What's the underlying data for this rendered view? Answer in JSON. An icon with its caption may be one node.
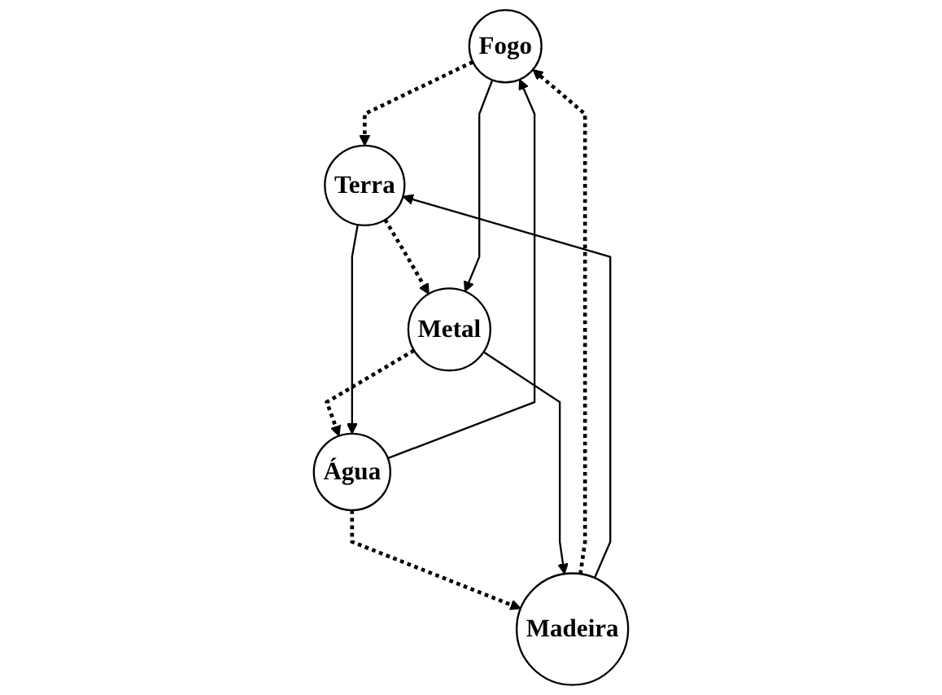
{
  "diagram": {
    "nodes": [
      {
        "text": [
          "Fogo"
        ]
      },
      {
        "text": [
          "Madeira"
        ]
      },
      {
        "text": [
          "Terra"
        ]
      },
      {
        "text": [
          "Água"
        ]
      },
      {
        "text": [
          "Metal"
        ]
      }
    ],
    "edges": [
      {
        "from": 0,
        "to": 2,
        "arrow": "to",
        "style": "dashed"
      },
      {
        "from": 2,
        "to": 4,
        "arrow": "to",
        "style": "dashed"
      },
      {
        "from": 4,
        "to": 3,
        "arrow": "to",
        "style": "dashed"
      },
      {
        "from": 3,
        "to": 1,
        "arrow": "to",
        "style": "dashed"
      },
      {
        "from": 1,
        "to": 0,
        "arrow": "to",
        "style": "dashed"
      },
      {
        "from": 1,
        "to": 2,
        "arrow": "to"
      },
      {
        "from": 0,
        "to": 4,
        "arrow": "to"
      },
      {
        "from": 2,
        "to": 3,
        "arrow": "to"
      },
      {
        "from": 4,
        "to": 1,
        "arrow": "to"
      },
      {
        "from": 3,
        "to": 0,
        "arrow": "to"
      }
    ]
  }
}
